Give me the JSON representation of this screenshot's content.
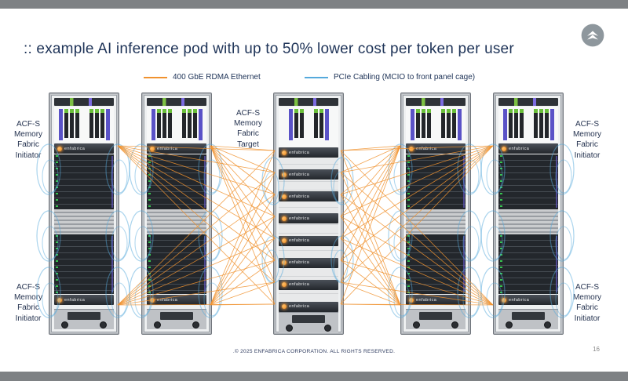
{
  "slide": {
    "title": ":: example AI inference pod with up to 50% lower cost per token per user",
    "footer": ".© 2025 ENFABRICA CORPORATION. ALL RIGHTS RESERVED.",
    "page_number": "16"
  },
  "legend": {
    "ethernet_label": "400 GbE RDMA Ethernet",
    "pcie_label": "PCIe Cabling (MCIO to front panel cage)"
  },
  "labels": {
    "initiator": "ACF-S\nMemory\nFabric\nInitiator",
    "target": "ACF-S\nMemory\nFabric\nTarget"
  },
  "rack": {
    "brand": "enfabrica",
    "target_units": 8
  },
  "colors": {
    "ethernet_orange": "#F0922F",
    "pcie_blue": "#55A9DC",
    "title_navy": "#203559",
    "chrome_gray": "#7E8184"
  }
}
